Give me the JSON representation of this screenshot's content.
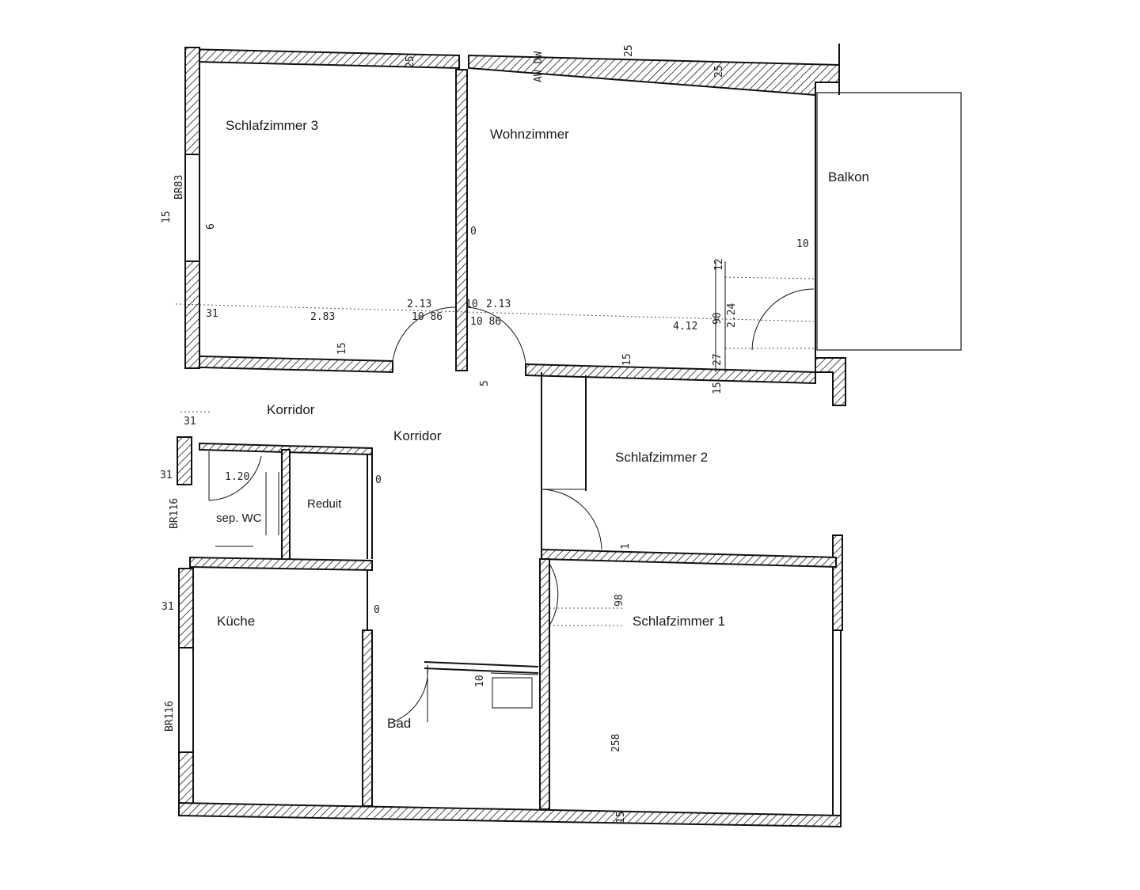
{
  "rooms": {
    "schlafzimmer3": "Schlafzimmer 3",
    "wohnzimmer": "Wohnzimmer",
    "balkon": "Balkon",
    "korridor_1": "Korridor",
    "korridor_2": "Korridor",
    "schlafzimmer2": "Schlafzimmer 2",
    "reduit": "Reduit",
    "sep_wc": "sep. WC",
    "kueche": "Küche",
    "schlafzimmer1": "Schlafzimmer 1",
    "bad": "Bad"
  },
  "dimensions": {
    "br83": "BR83",
    "d15_left": "15",
    "d6": "6",
    "d31_top": "31",
    "d283": "2.83",
    "d15_a": "15",
    "d213_a": "2.13",
    "d10_86_a": "10 86",
    "d10_b": "10",
    "d213_b": "2.13",
    "d10_86_b": "10 86",
    "d0_mid": "0",
    "d10_balk": "10",
    "d12": "12",
    "d412": "4.12",
    "d90": "90",
    "d224": "2.24",
    "d27": "27",
    "d15_b": "15",
    "d15_c": "15",
    "d25_a": "25",
    "d25_b": "25",
    "d25_c": "25",
    "aw_dw": "AW DW",
    "d5": "5",
    "d31_korr": "31",
    "d31_wc": "31",
    "d120": "1.20",
    "br116_a": "BR116",
    "d0_reduit": "0",
    "d31_k": "31",
    "d0_kue": "0",
    "br116_b": "BR116",
    "d10_bad": "10",
    "d98": "98",
    "d15_bottom": "15",
    "d258": "258",
    "d1_s1": "1"
  }
}
